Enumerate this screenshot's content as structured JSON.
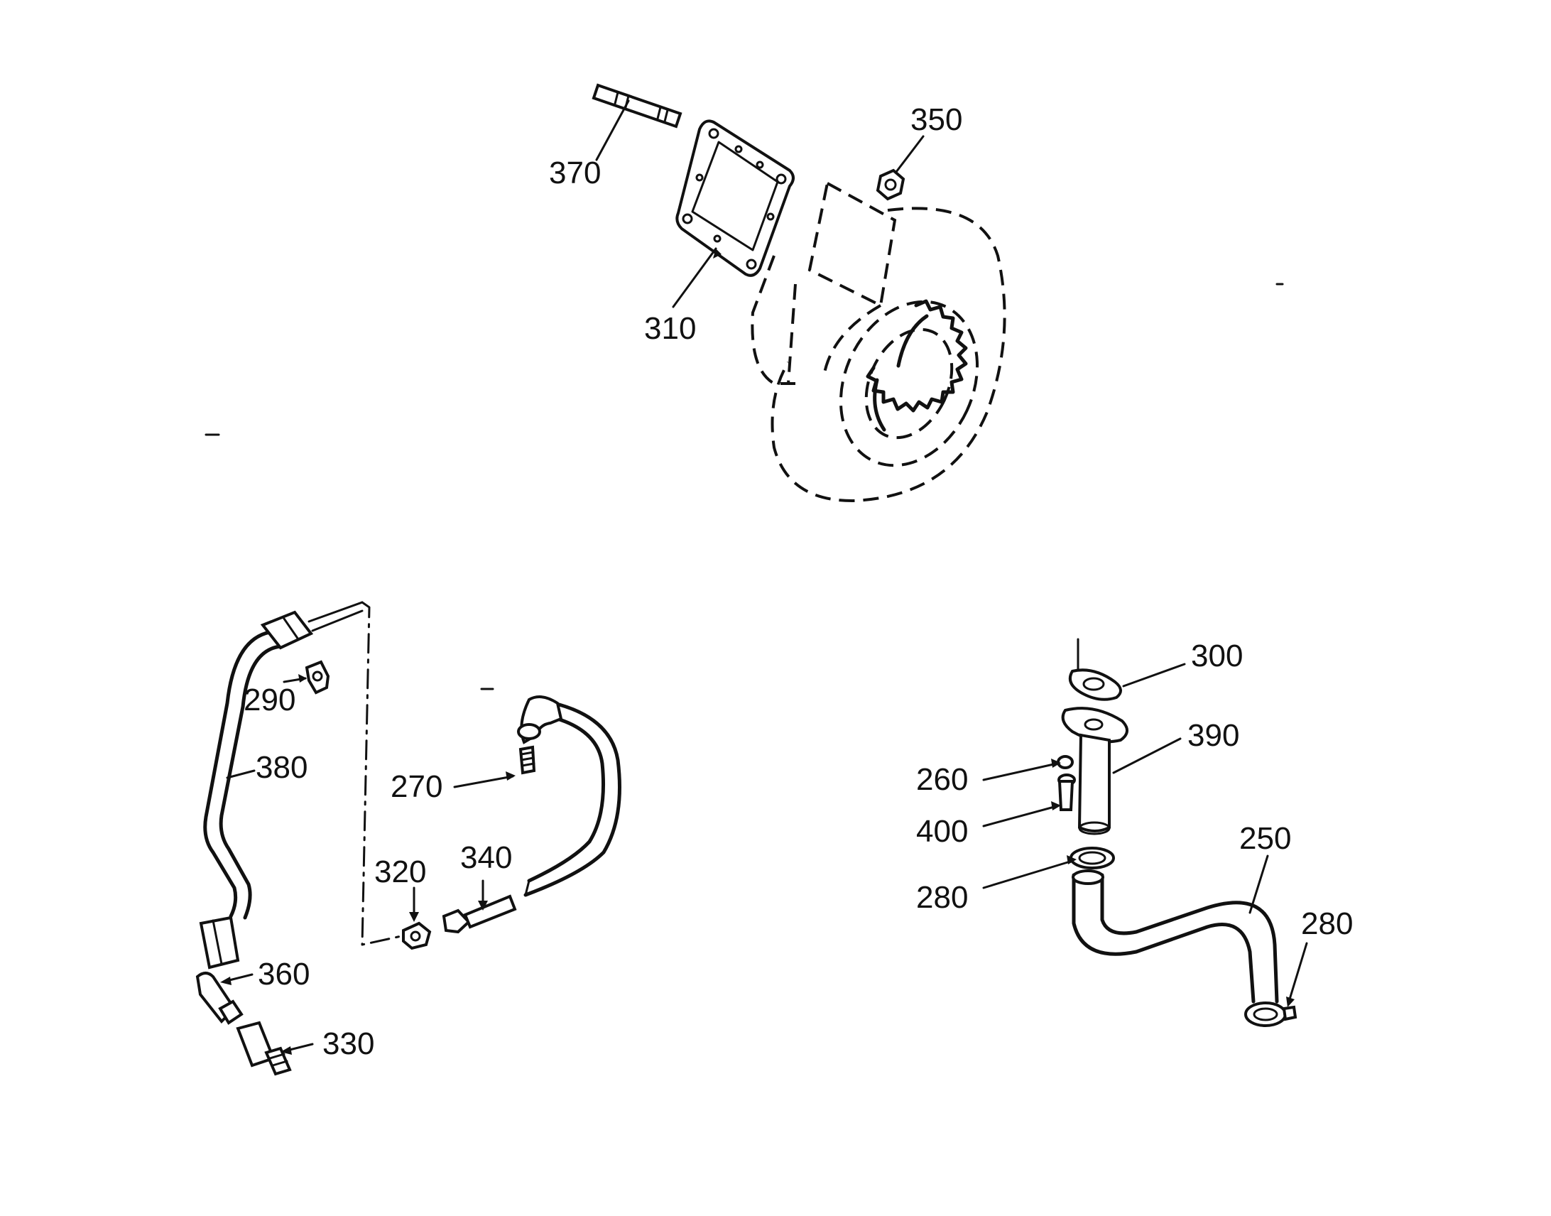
{
  "labels": {
    "l370": "370",
    "l350": "350",
    "l310": "310",
    "l290": "290",
    "l380": "380",
    "l270": "270",
    "l320": "320",
    "l340": "340",
    "l360": "360",
    "l330": "330",
    "l300": "300",
    "l390": "390",
    "l260": "260",
    "l400": "400",
    "l250": "250",
    "l280a": "280",
    "l280b": "280"
  }
}
